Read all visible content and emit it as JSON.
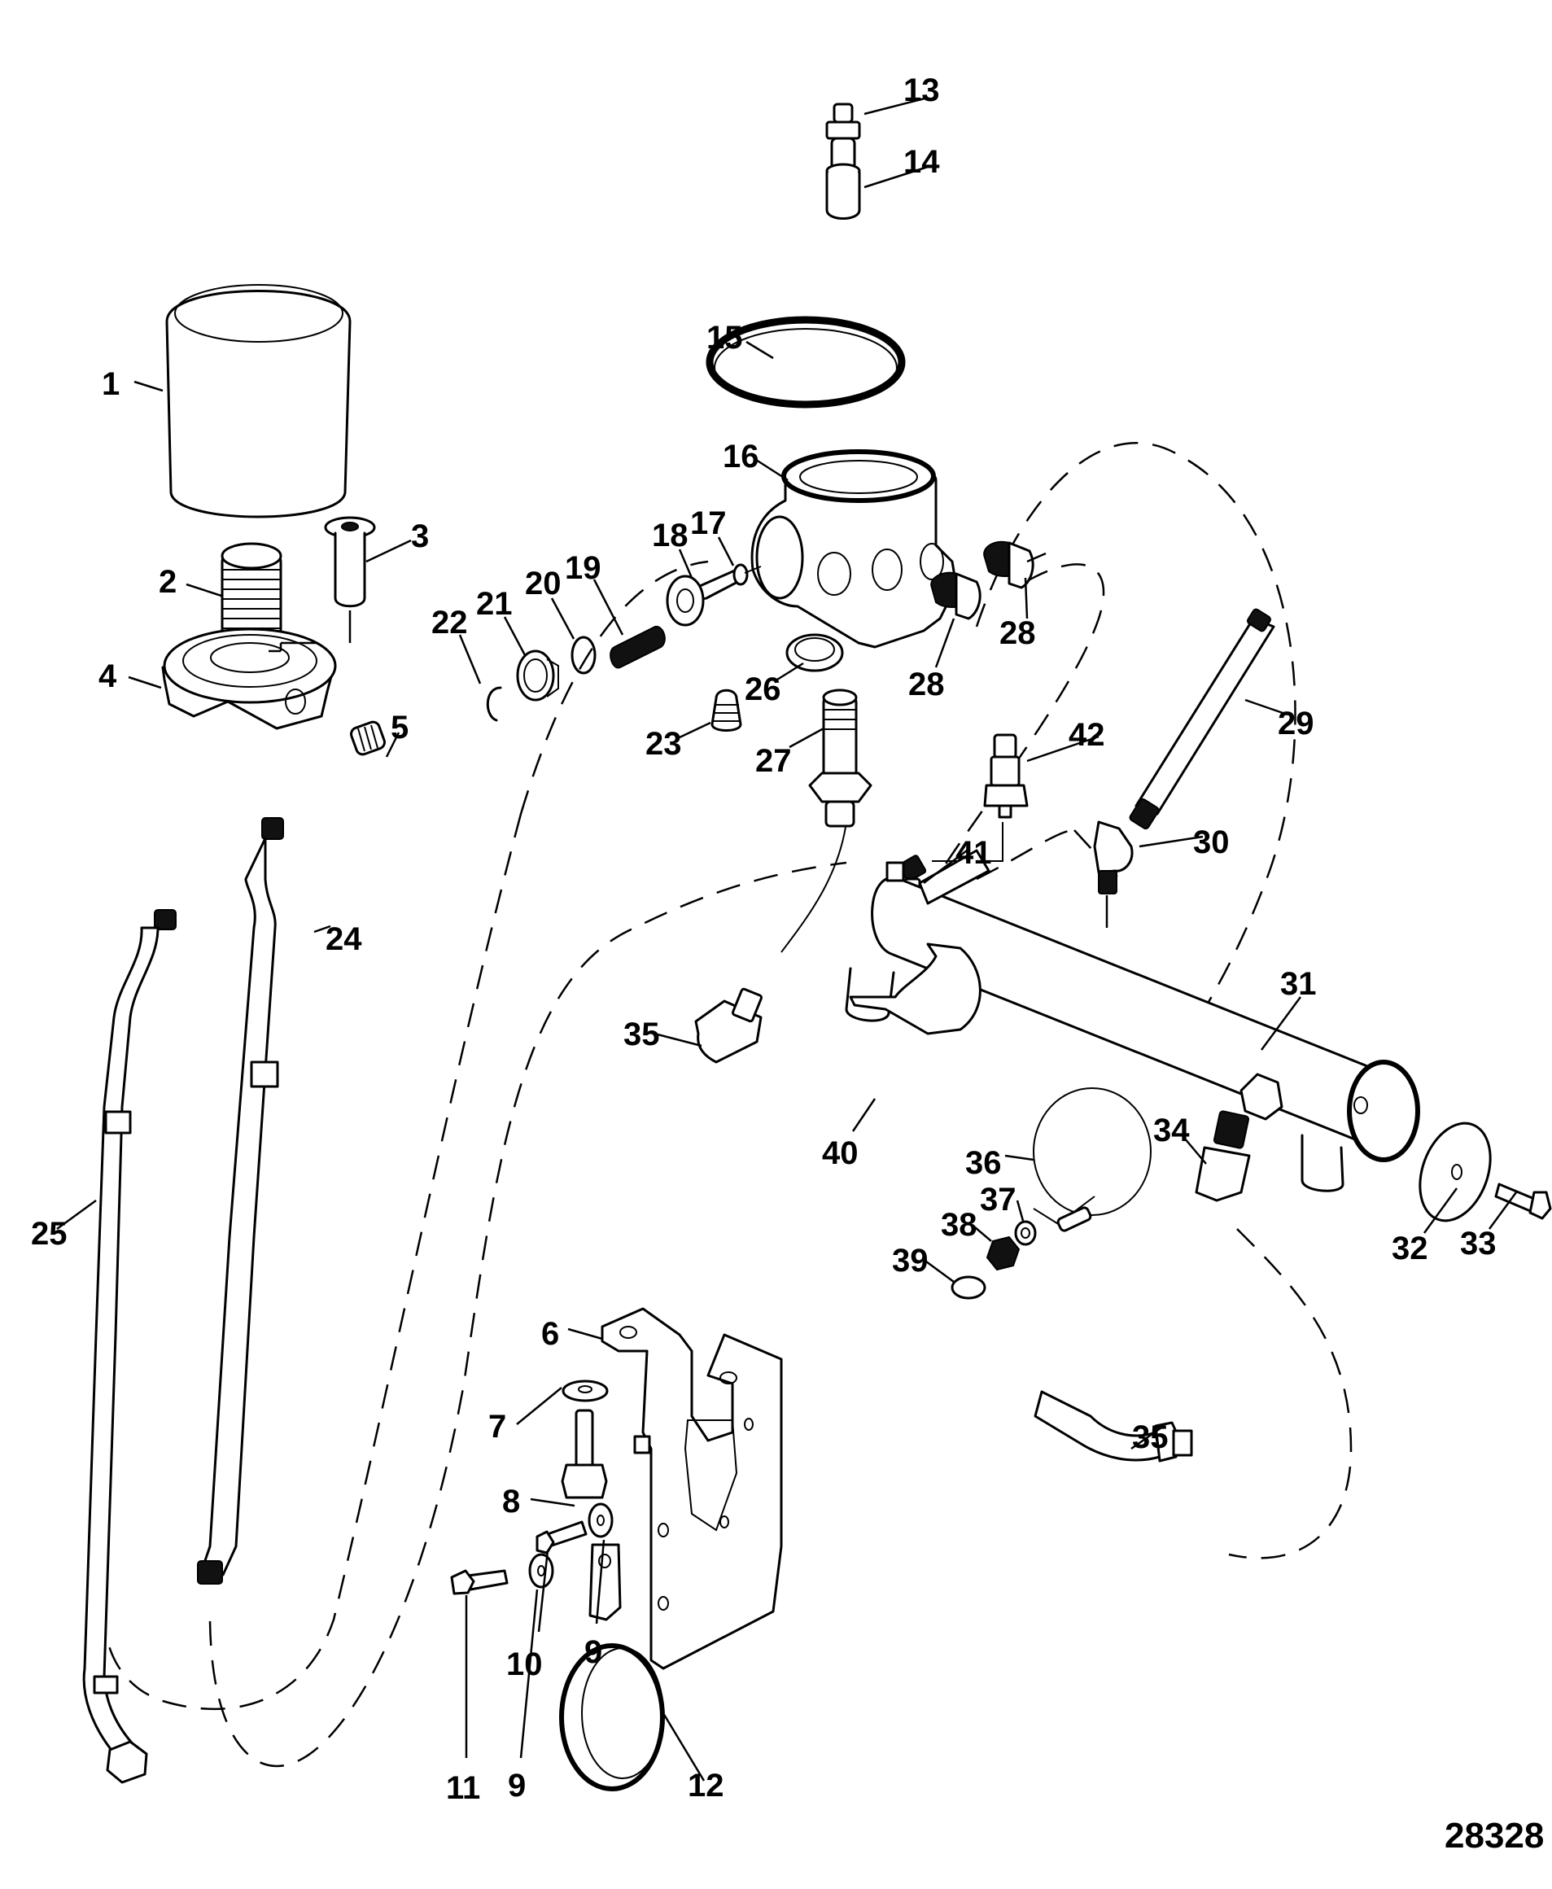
{
  "figure": {
    "title": "Exploded parts diagram",
    "figure_number": "28328",
    "line_color": "#000000",
    "background": "#ffffff"
  },
  "callouts": [
    {
      "number": "1",
      "part": "oil-filter"
    },
    {
      "number": "2",
      "part": "threaded-adapter"
    },
    {
      "number": "3",
      "part": "filter-sleeve"
    },
    {
      "number": "4",
      "part": "filter-adapter-housing"
    },
    {
      "number": "5",
      "part": "pipe-plug"
    },
    {
      "number": "6",
      "part": "mounting-bracket"
    },
    {
      "number": "7",
      "part": "washer"
    },
    {
      "number": "8",
      "part": "hex-bolt"
    },
    {
      "number": "9",
      "part": "washer"
    },
    {
      "number": "10",
      "part": "screw"
    },
    {
      "number": "11",
      "part": "screw"
    },
    {
      "number": "9",
      "part": "washer"
    },
    {
      "number": "12",
      "part": "clamp-strap"
    },
    {
      "number": "13",
      "part": "fitting"
    },
    {
      "number": "14",
      "part": "sleeve"
    },
    {
      "number": "15",
      "part": "seal-ring"
    },
    {
      "number": "16",
      "part": "valve-housing"
    },
    {
      "number": "17",
      "part": "valve-plunger"
    },
    {
      "number": "18",
      "part": "washer"
    },
    {
      "number": "19",
      "part": "spring"
    },
    {
      "number": "20",
      "part": "o-ring"
    },
    {
      "number": "21",
      "part": "plug"
    },
    {
      "number": "22",
      "part": "retaining-ring"
    },
    {
      "number": "23",
      "part": "pipe-plug"
    },
    {
      "number": "26",
      "part": "seal"
    },
    {
      "number": "27",
      "part": "nipple"
    },
    {
      "number": "28",
      "part": "elbow-fitting"
    },
    {
      "number": "28",
      "part": "elbow-fitting"
    },
    {
      "number": "29",
      "part": "hose"
    },
    {
      "number": "30",
      "part": "elbow-fitting"
    },
    {
      "number": "31",
      "part": "oil-cooler"
    },
    {
      "number": "35",
      "part": "hose-end"
    },
    {
      "number": "40",
      "part": "bracket"
    },
    {
      "number": "41",
      "part": "adapter"
    },
    {
      "number": "42",
      "part": "pressure-sender"
    },
    {
      "number": "32",
      "part": "washer"
    },
    {
      "number": "33",
      "part": "screw"
    },
    {
      "number": "34",
      "part": "elbow-fitting"
    },
    {
      "number": "36",
      "part": "hose-clamp"
    },
    {
      "number": "37",
      "part": "washer"
    },
    {
      "number": "38",
      "part": "nut"
    },
    {
      "number": "39",
      "part": "cap"
    },
    {
      "number": "35",
      "part": "hose-end"
    },
    {
      "number": "24",
      "part": "dipstick-tube"
    },
    {
      "number": "25",
      "part": "dipstick-tube"
    }
  ]
}
